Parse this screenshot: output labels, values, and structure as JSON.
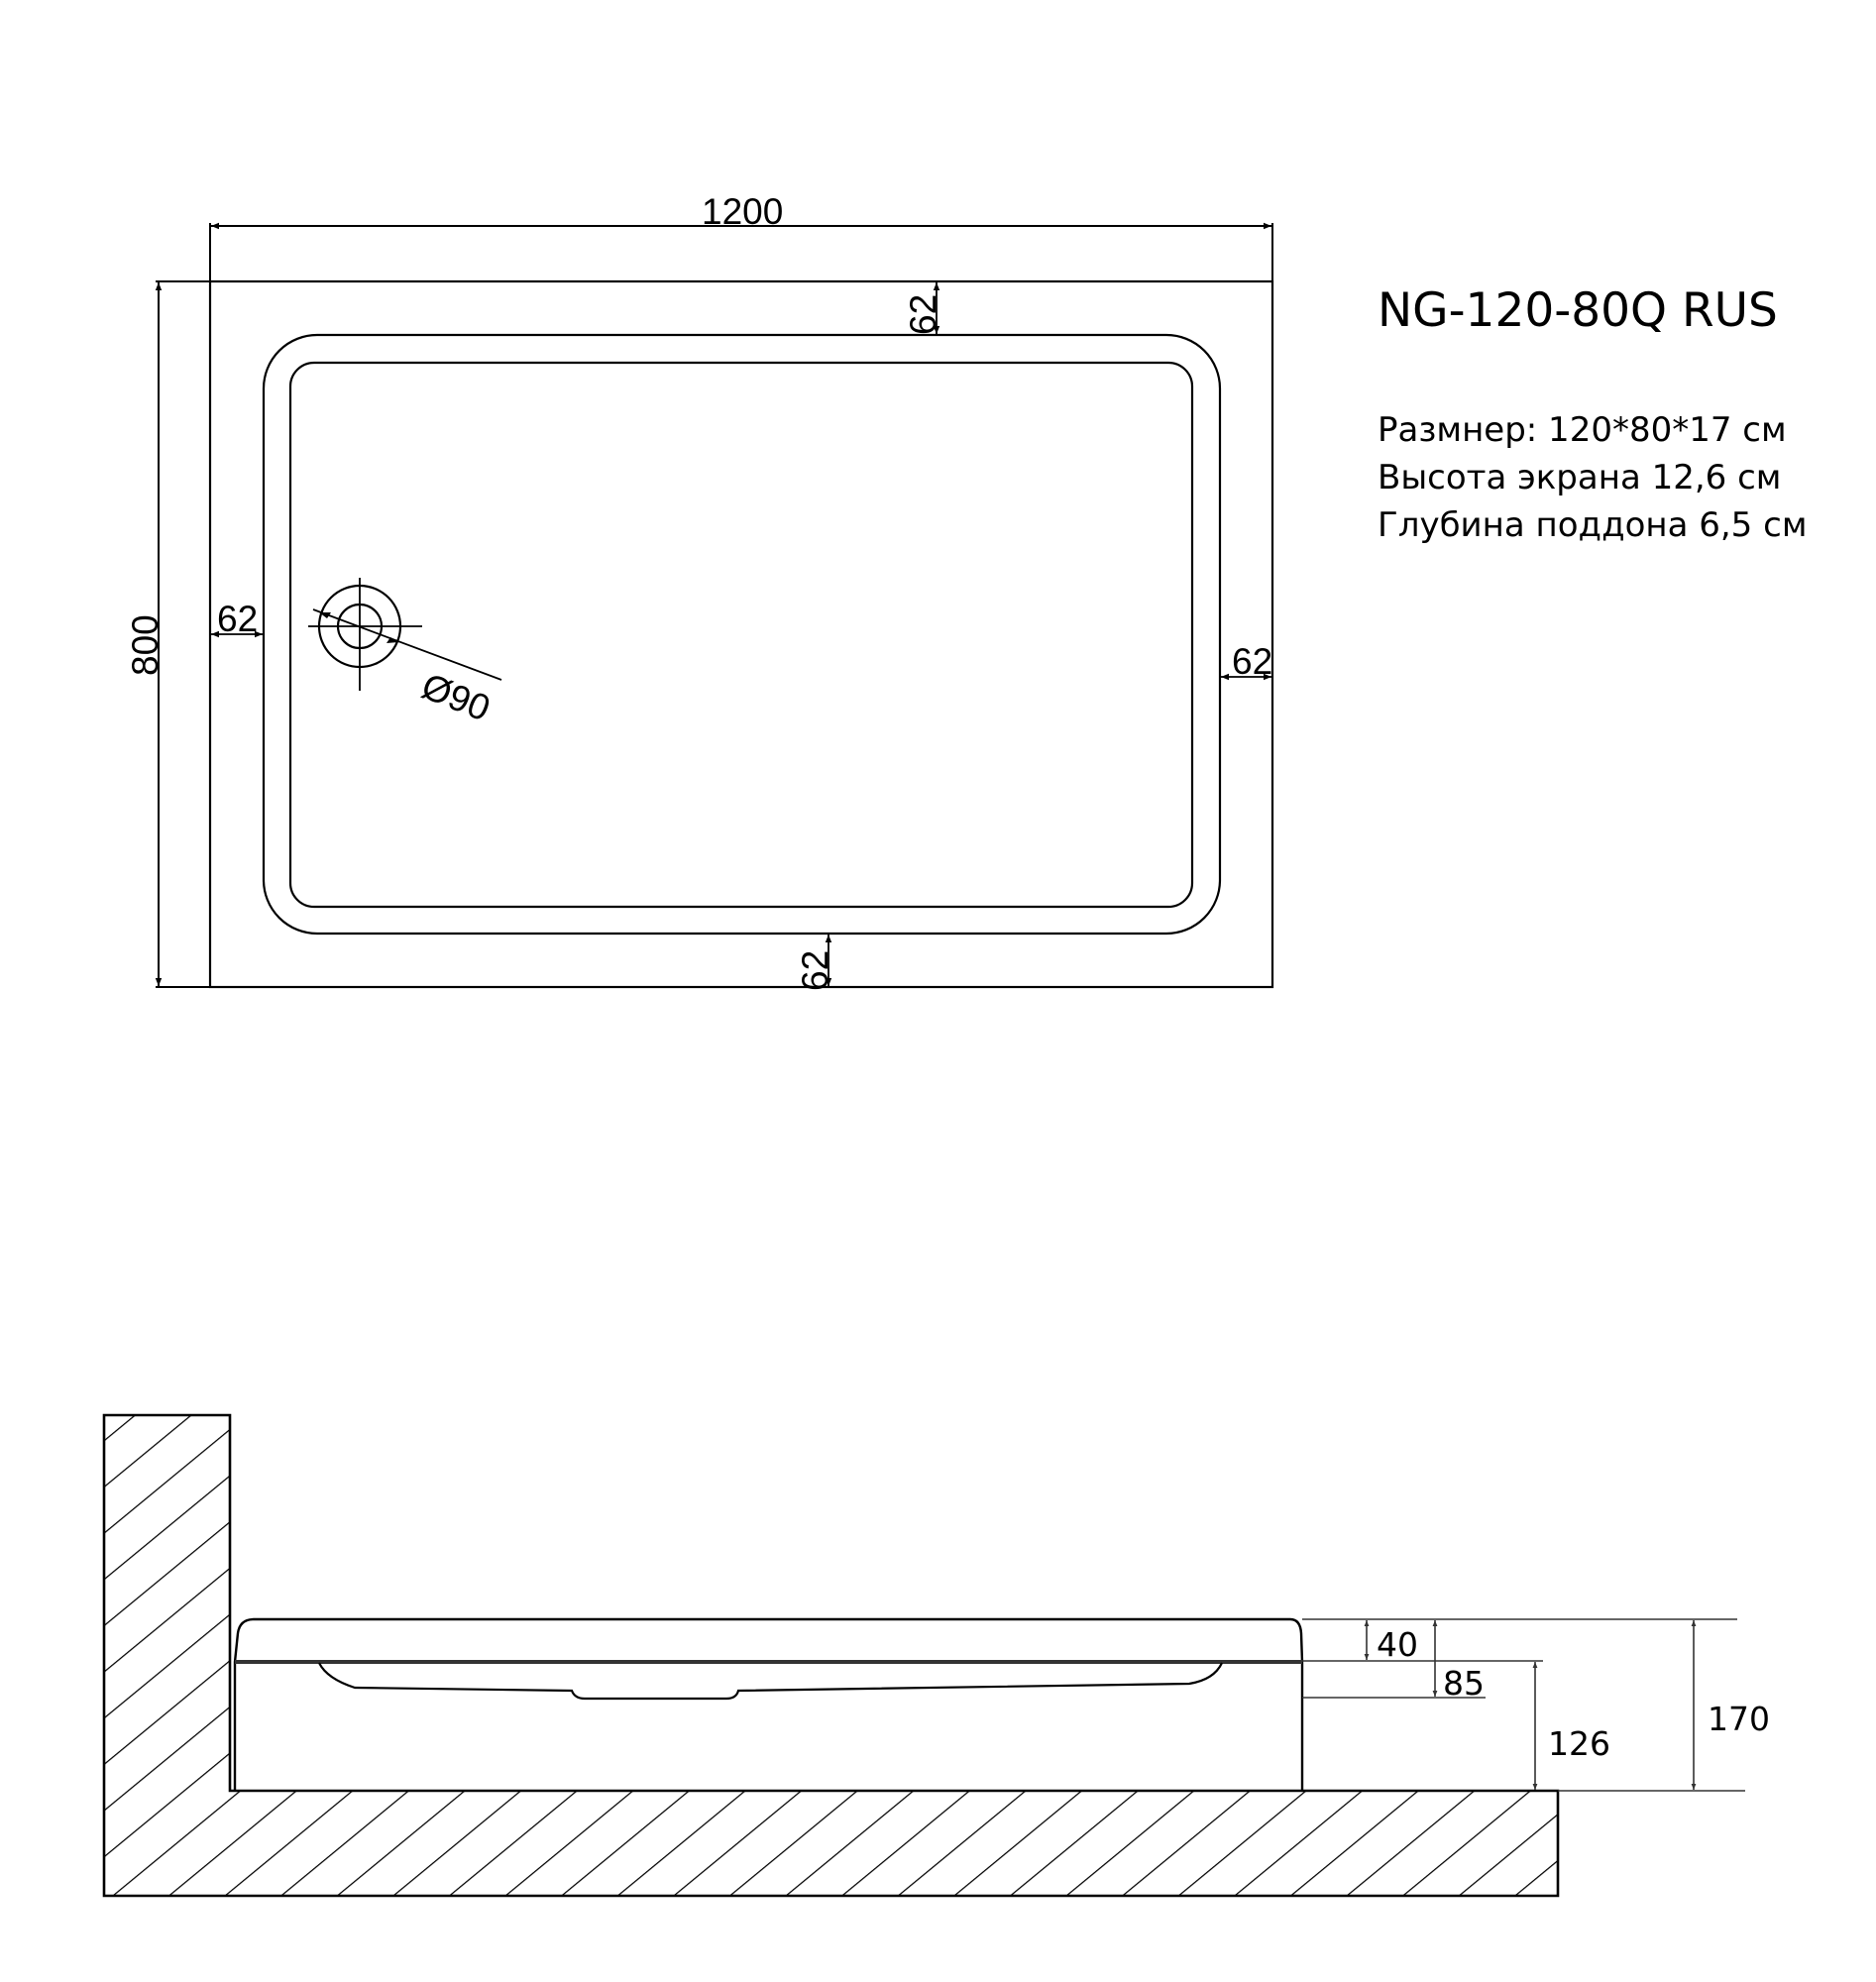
{
  "title_block": {
    "model": "NG-120-80Q RUS",
    "specs": [
      "Размнер: 120*80*17 см",
      "Высота экрана 12,6 см",
      "Глубина поддона 6,5 см"
    ]
  },
  "top_view": {
    "width_dim": "1200",
    "height_dim": "800",
    "rim_top": "62",
    "rim_bottom": "62",
    "rim_left": "62",
    "rim_right": "62",
    "drain_diameter": "Ø90"
  },
  "section_view": {
    "rim_height": "40",
    "basin_depth": "85",
    "screen_height": "126",
    "total_height": "170"
  },
  "colors": {
    "line": "#000000",
    "background": "#ffffff"
  }
}
